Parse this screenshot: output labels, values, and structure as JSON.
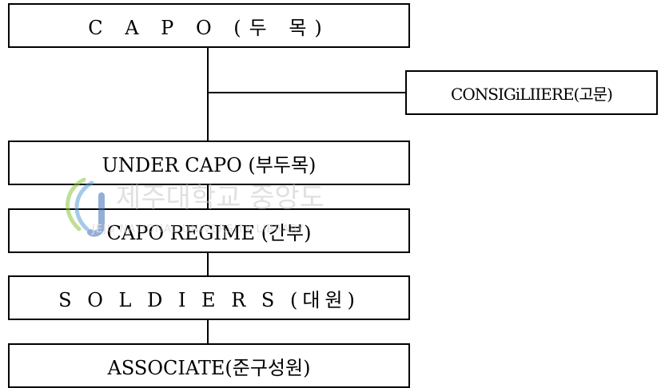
{
  "org_chart": {
    "capo": "C A P O (두 목)",
    "consigliere": "CONSIGiLIIERE(고문)",
    "under_capo": "UNDER CAPO (부두목)",
    "capo_regime": "CAPO REGIME (간부)",
    "soldiers": "S O L D I E R S (대원)",
    "associate": "ASSOCIATE(준구성원)"
  },
  "watermark": {
    "korean": "제주대학교 중앙도서관",
    "english": "JEJU NATIONAL UNIVERSITY LIBRARY"
  },
  "colors": {
    "line": "#000000",
    "box_border": "#000000",
    "watermark_text": "#c8c8c8",
    "watermark_logo_blue": "#3b6fb6",
    "watermark_logo_green": "#8cc63f"
  }
}
